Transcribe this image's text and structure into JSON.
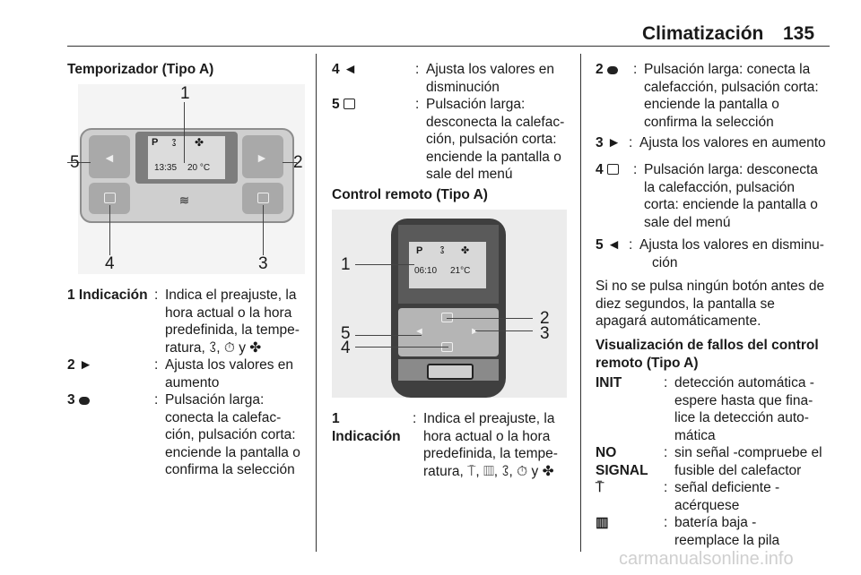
{
  "header": {
    "title": "Climatización",
    "page": "135"
  },
  "watermark": "carmanualsonline.info",
  "col1": {
    "title": "Temporizador (Tipo A)",
    "figure": {
      "labels": [
        "1",
        "2",
        "3",
        "4",
        "5"
      ],
      "screen_p": "P",
      "screen_time": "13:35",
      "screen_temp": "20 °C"
    },
    "items": [
      {
        "key": "1 Indicación",
        "text_lines": [
          "Indica el preajuste, la",
          "hora actual o la hora",
          "predefinida, la tempe-",
          "ratura, ꕘ, ⏱ y ✤"
        ]
      },
      {
        "key": "2 ►",
        "text_lines": [
          "Ajusta los valores en",
          "aumento"
        ]
      },
      {
        "key": "3",
        "text_lines": [
          "Pulsación larga:",
          "conecta la calefac-",
          "ción, pulsación corta:",
          "enciende la pantalla o",
          "confirma la selección"
        ]
      }
    ]
  },
  "col2": {
    "items": [
      {
        "key": "4 ◄",
        "text_lines": [
          "Ajusta los valores en",
          "disminución"
        ]
      },
      {
        "key": "5",
        "text_lines": [
          "Pulsación larga:",
          "desconecta la calefac-",
          "ción, pulsación corta:",
          "enciende la pantalla o",
          "sale del menú"
        ]
      }
    ],
    "title": "Control remoto (Tipo A)",
    "figure": {
      "labels": [
        "1",
        "2",
        "3",
        "4",
        "5"
      ],
      "screen_p": "P",
      "screen_time": "06:10",
      "screen_temp": "21°C"
    },
    "item1": {
      "key1": "1",
      "key2": "Indicación",
      "text_lines": [
        "Indica el preajuste, la",
        "hora actual o la hora",
        "predefinida, la tempe-",
        "ratura, ⍑, ▥, ꕘ, ⏱ y ✤"
      ]
    }
  },
  "col3": {
    "items": [
      {
        "key": "2",
        "text_lines": [
          "Pulsación larga: conecta la",
          "calefacción, pulsación corta:",
          "enciende la pantalla o",
          "confirma la selección"
        ]
      },
      {
        "key": "3 ►",
        "text_lines": [
          "Ajusta los valores en aumento"
        ]
      },
      {
        "key": "4",
        "text_lines": [
          "Pulsación larga: desconecta",
          "la calefacción, pulsación",
          "corta: enciende la pantalla o",
          "sale del menú"
        ]
      },
      {
        "key": "5 ◄",
        "text_lines": [
          "Ajusta los valores en disminu-",
          "ción"
        ]
      }
    ],
    "para_lines": [
      "Si no se pulsa ningún botón antes de",
      "diez segundos, la pantalla se",
      "apagará automáticamente."
    ],
    "title_lines": [
      "Visualización de fallos del control",
      "remoto (Tipo A)"
    ],
    "faults": [
      {
        "key_lines": [
          "INIT"
        ],
        "text_lines": [
          "detección automática -",
          "espere hasta que fina-",
          "lice la detección auto-",
          "mática"
        ]
      },
      {
        "key_lines": [
          "NO",
          "SIGNAL"
        ],
        "text_lines": [
          "sin señal -compruebe el",
          "fusible del calefactor"
        ]
      },
      {
        "key_lines": [
          "⍑"
        ],
        "text_lines": [
          "señal deficiente -",
          "acérquese"
        ]
      },
      {
        "key_lines": [
          "▥"
        ],
        "text_lines": [
          "batería baja -",
          "reemplace la pila"
        ]
      }
    ]
  }
}
